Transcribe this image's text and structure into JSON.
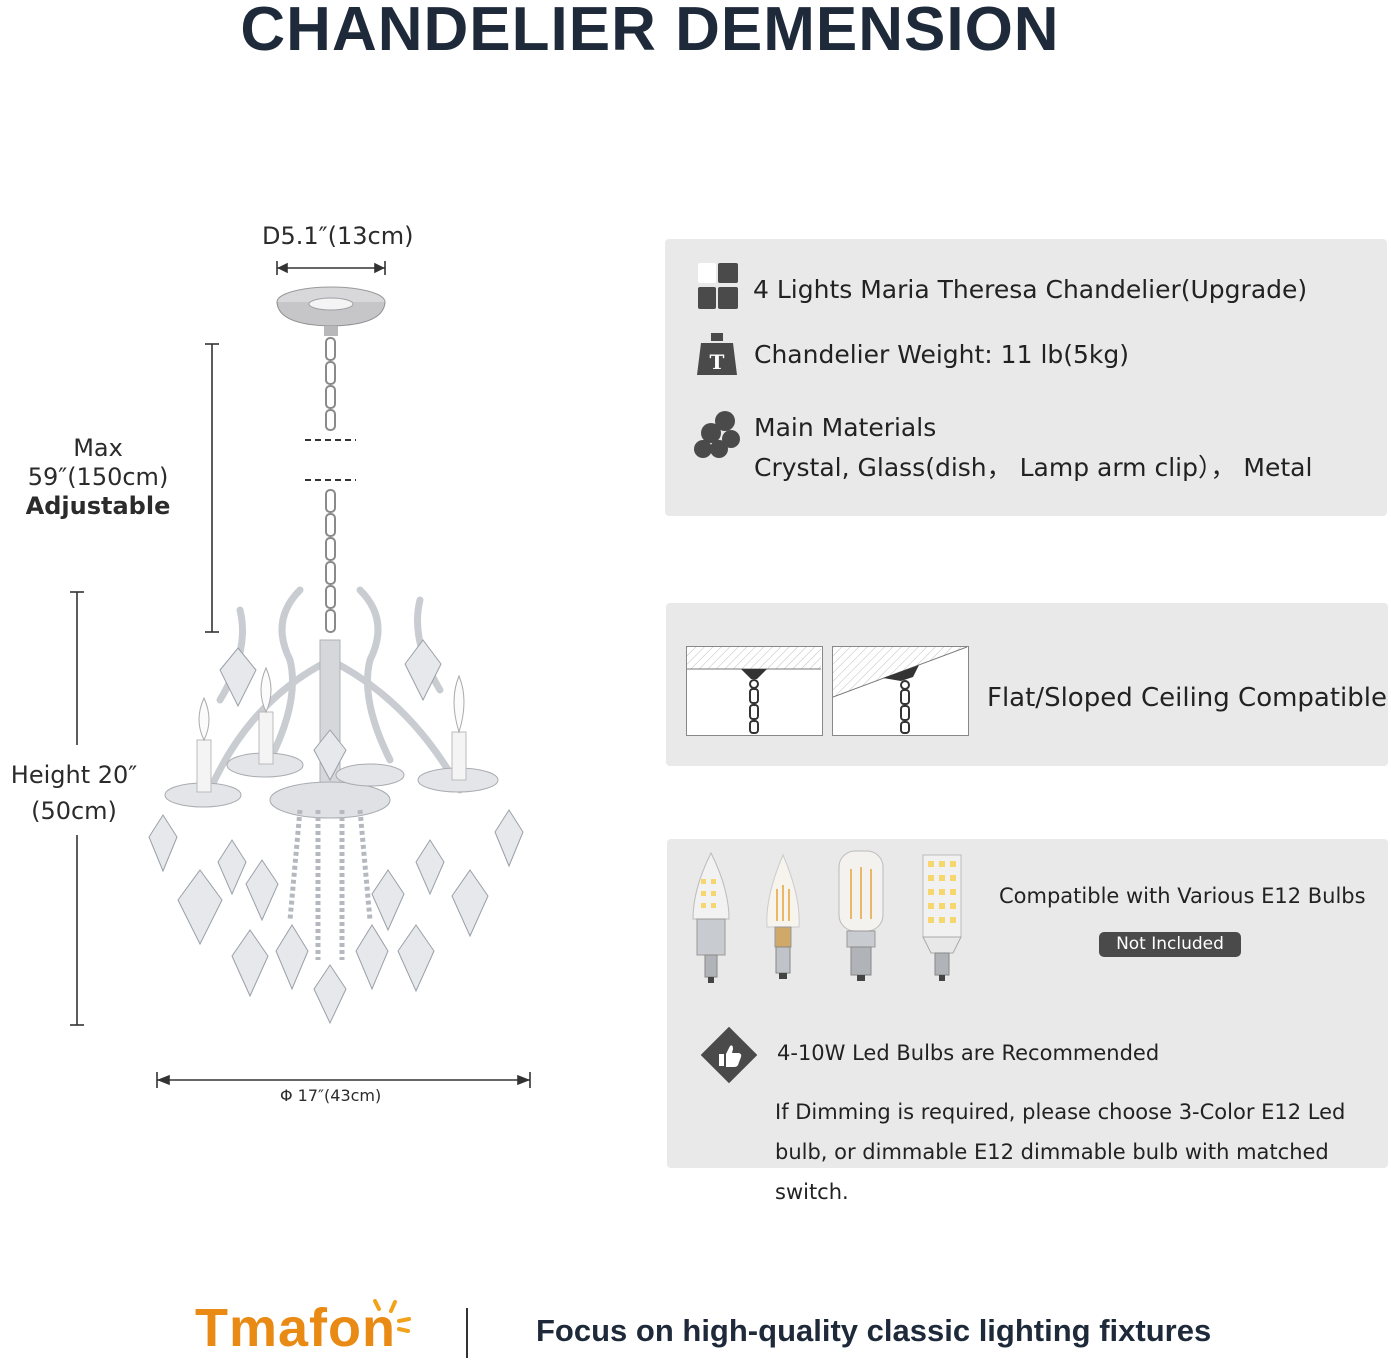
{
  "header": {
    "title": "CHANDELIER DEMENSION"
  },
  "dimensions": {
    "top_diameter": "D5.1″(13cm)",
    "max_length": "Max 59″(150cm)",
    "adjustable": "Adjustable",
    "height_line1": "Height 20″",
    "height_line2": "(50cm)",
    "bottom_diameter": "Φ 17″(43cm)"
  },
  "specs": {
    "model": "4 Lights Maria Theresa Chandelier(Upgrade)",
    "weight": "Chandelier Weight: 11 lb(5kg)",
    "materials_title": "Main Materials",
    "materials_value": "Crystal, Glass(dish， Lamp arm clip）， Metal",
    "icons": [
      "product-grid-icon",
      "weight-icon",
      "materials-icon"
    ]
  },
  "ceiling": {
    "text": "Flat/Sloped Ceiling Compatible",
    "icons": [
      "flat-ceiling-icon",
      "sloped-ceiling-icon"
    ]
  },
  "bulbs": {
    "title": "Compatible with Various E12 Bulbs",
    "badge": "Not Included",
    "recommended": "4-10W Led Bulbs are Recommended",
    "note": "If Dimming is required, please choose 3-Color E12 Led bulb, or dimmable E12 dimmable bulb with matched switch.",
    "icons": [
      "led-candle-bulb-icon",
      "filament-candle-bulb-icon",
      "filament-tubular-bulb-icon",
      "led-corn-bulb-icon",
      "thumbs-up-icon"
    ]
  },
  "footer": {
    "brand": "Tmafon",
    "tagline": "Focus on high-quality classic lighting fixtures"
  },
  "colors": {
    "title": "#1e2a3a",
    "panel": "#e9e9ea",
    "brand": "#e98a14",
    "badge": "#4a4a4a"
  }
}
